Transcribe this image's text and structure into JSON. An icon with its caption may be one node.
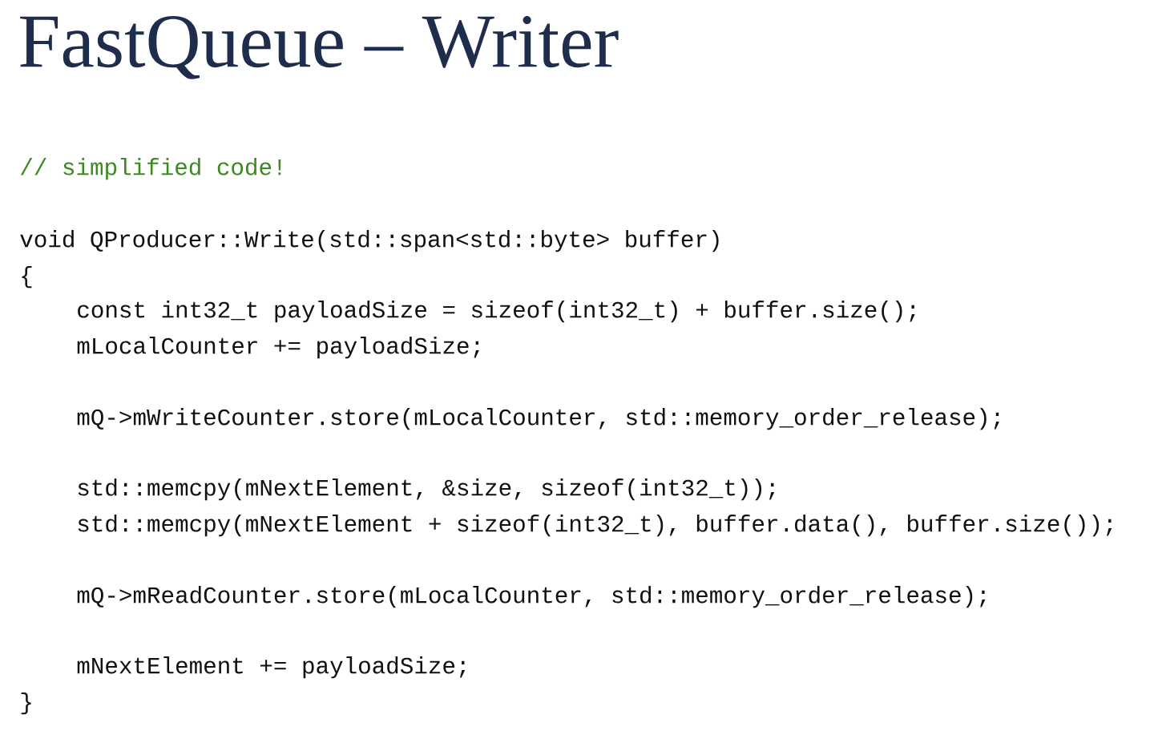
{
  "diagram": {
    "title": "FastQueue – Writer",
    "labels": [
      "// simplified code!",
      "void QProducer::Write(std::span<std::byte> buffer)",
      "{",
      "const int32_t payloadSize = sizeof(int32_t) + buffer.size();",
      "mLocalCounter += payloadSize;",
      "mQ->mWriteCounter.store(mLocalCounter, std::memory_order_release);",
      "std::memcpy(mNextElement, &size, sizeof(int32_t));",
      "std::memcpy(mNextElement + sizeof(int32_t), buffer.data(), buffer.size());",
      "mQ->mReadCounter.store(mLocalCounter, std::memory_order_release);",
      "mNextElement += payloadSize;",
      "}"
    ]
  }
}
